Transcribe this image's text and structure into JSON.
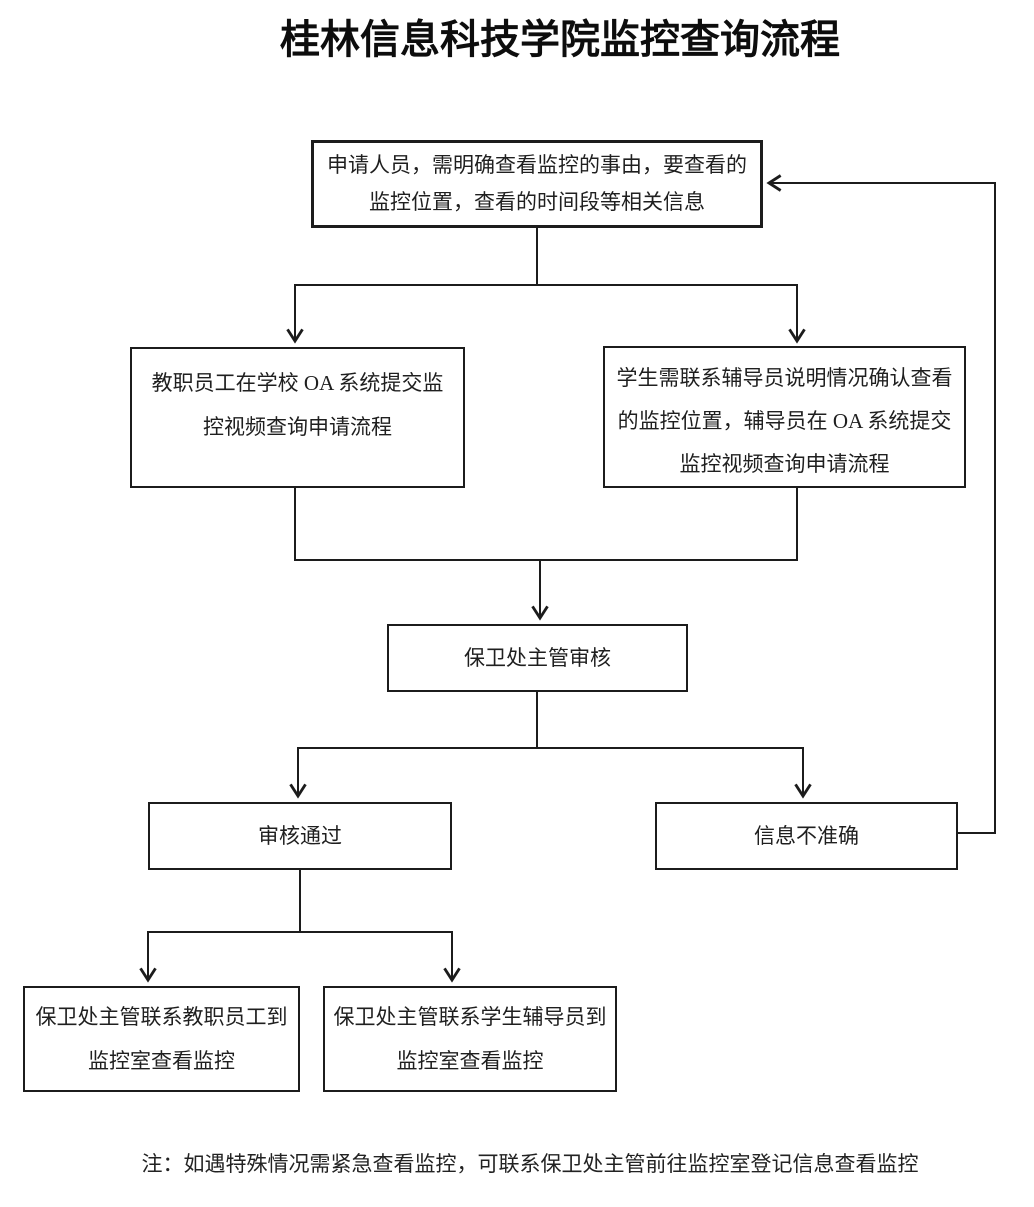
{
  "title": "桂林信息科技学院监控查询流程",
  "colors": {
    "line": "#1c1c1c",
    "background": "#ffffff",
    "text": "#1a1a1a"
  },
  "nodes": {
    "apply": "申请人员，需明确查看监控的事由，要查看的监控位置，查看的时间段等相关信息",
    "staff_submit": "教职员工在学校 OA 系统提交监控视频查询申请流程",
    "student_submit": "学生需联系辅导员说明情况确认查看的监控位置，辅导员在 OA 系统提交监控视频查询申请流程",
    "review": "保卫处主管审核",
    "approved": "审核通过",
    "inaccurate": "信息不准确",
    "contact_staff": "保卫处主管联系教职员工到监控室查看监控",
    "contact_student": "保卫处主管联系学生辅导员到监控室查看监控"
  },
  "edges": [
    {
      "from": "apply",
      "to": "staff_submit"
    },
    {
      "from": "apply",
      "to": "student_submit"
    },
    {
      "from": "staff_submit",
      "to": "review"
    },
    {
      "from": "student_submit",
      "to": "review"
    },
    {
      "from": "review",
      "to": "approved"
    },
    {
      "from": "review",
      "to": "inaccurate"
    },
    {
      "from": "approved",
      "to": "contact_staff"
    },
    {
      "from": "approved",
      "to": "contact_student"
    },
    {
      "from": "inaccurate",
      "to": "apply",
      "type": "feedback-loop"
    }
  ],
  "note": "注：如遇特殊情况需紧急查看监控，可联系保卫处主管前往监控室登记信息查看监控"
}
